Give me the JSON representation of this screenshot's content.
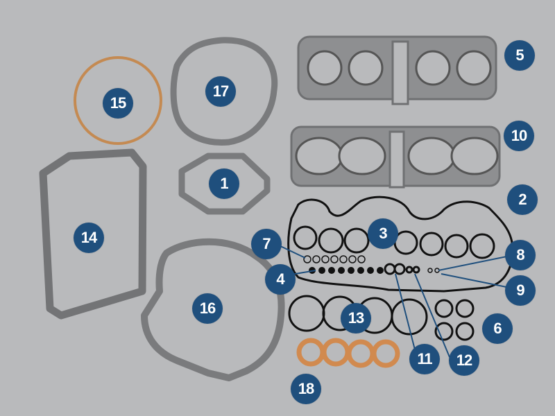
{
  "photo": {
    "background_color": "#b9babc",
    "gasket_color": "#7a7b7d",
    "ring_color": "#111111",
    "copper_color": "#d18a4f",
    "cork_color": "#c48a52"
  },
  "callouts": {
    "c1": "1",
    "c2": "2",
    "c3": "3",
    "c4": "4",
    "c5": "5",
    "c6": "6",
    "c7": "7",
    "c8": "8",
    "c9": "9",
    "c10": "10",
    "c11": "11",
    "c12": "12",
    "c13": "13",
    "c14": "14",
    "c15": "15",
    "c16": "16",
    "c17": "17",
    "c18": "18"
  }
}
